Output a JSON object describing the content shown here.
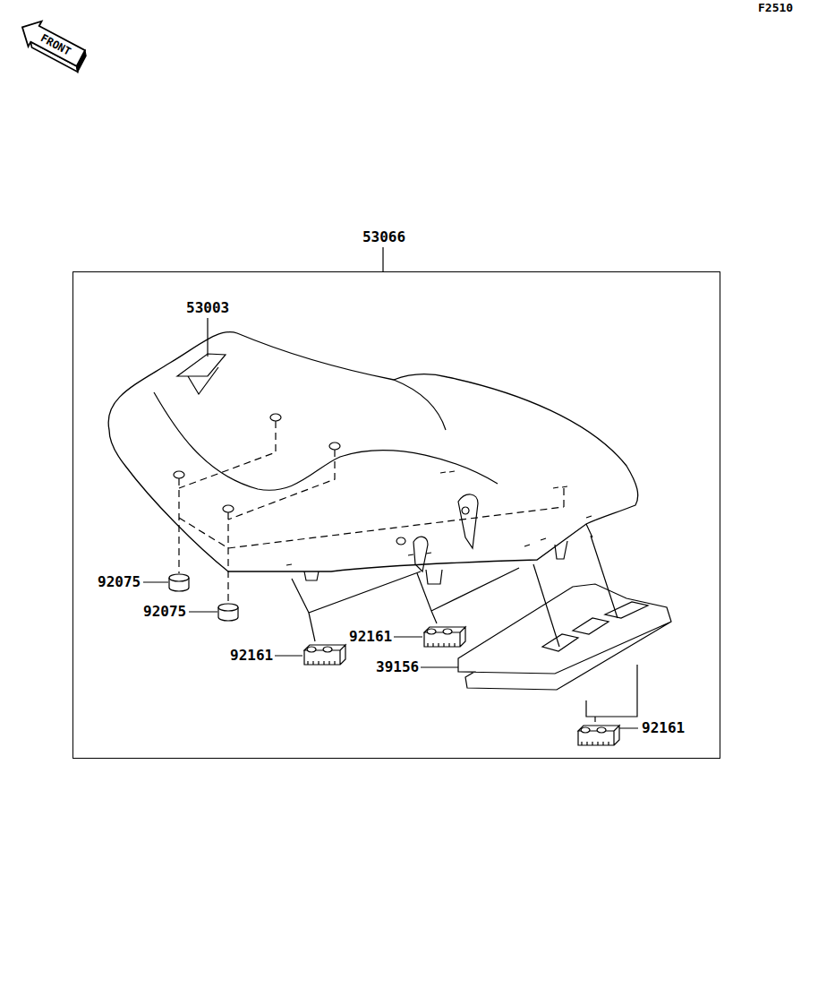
{
  "diagram": {
    "nodes": [
      {
        "text": [
          "53066"
        ]
      }
    ],
    "labels": [
      "F2510",
      "FRONT",
      "53003",
      "92075",
      "92075",
      "92161",
      "92161",
      "39156",
      "92161"
    ]
  }
}
